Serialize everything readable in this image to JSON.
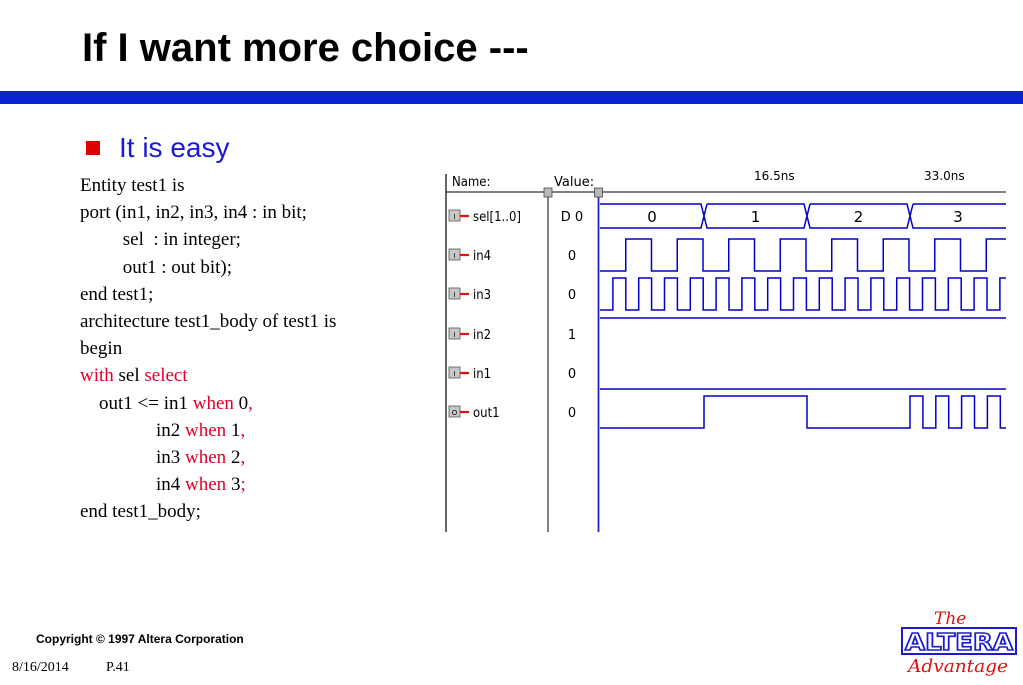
{
  "title": "If I want more choice ---",
  "colors": {
    "title_rule": "#0a21d4",
    "bullet": "#e00000",
    "bullet_text": "#1a1ad4",
    "keyword": "#e0002a",
    "waveform": "#0000c8",
    "logo_red": "#e01010",
    "logo_blue": "#1a1ad4"
  },
  "bullet": {
    "text": "It is easy"
  },
  "code": {
    "lines": [
      {
        "indent": "",
        "segments": [
          {
            "text": "Entity test1 is",
            "kw": false
          }
        ]
      },
      {
        "indent": "",
        "segments": [
          {
            "text": "port (in1, in2, in3, in4 : in bit;",
            "kw": false
          }
        ]
      },
      {
        "indent": "         ",
        "segments": [
          {
            "text": "sel  : in integer;",
            "kw": false
          }
        ]
      },
      {
        "indent": "         ",
        "segments": [
          {
            "text": "out1 : out bit);",
            "kw": false
          }
        ]
      },
      {
        "indent": "",
        "segments": [
          {
            "text": "end test1;",
            "kw": false
          }
        ]
      },
      {
        "indent": "",
        "segments": [
          {
            "text": "architecture test1_body of test1 is",
            "kw": false
          }
        ]
      },
      {
        "indent": "",
        "segments": [
          {
            "text": "begin",
            "kw": false
          }
        ]
      },
      {
        "indent": "",
        "segments": [
          {
            "text": "with",
            "kw": true
          },
          {
            "text": " sel ",
            "kw": false
          },
          {
            "text": "select",
            "kw": true
          }
        ]
      },
      {
        "indent": "    ",
        "segments": [
          {
            "text": "out1 <= in1 ",
            "kw": false
          },
          {
            "text": "when",
            "kw": true
          },
          {
            "text": " 0",
            "kw": false
          },
          {
            "text": ",",
            "kw": true
          }
        ]
      },
      {
        "indent": "                ",
        "segments": [
          {
            "text": "in2 ",
            "kw": false
          },
          {
            "text": "when",
            "kw": true
          },
          {
            "text": " 1",
            "kw": false
          },
          {
            "text": ",",
            "kw": true
          }
        ]
      },
      {
        "indent": "                ",
        "segments": [
          {
            "text": "in3 ",
            "kw": false
          },
          {
            "text": "when",
            "kw": true
          },
          {
            "text": " 2",
            "kw": false
          },
          {
            "text": ",",
            "kw": true
          }
        ]
      },
      {
        "indent": "                ",
        "segments": [
          {
            "text": "in4 ",
            "kw": false
          },
          {
            "text": "when",
            "kw": true
          },
          {
            "text": " 3",
            "kw": false
          },
          {
            "text": ";",
            "kw": true
          }
        ]
      },
      {
        "indent": "",
        "segments": [
          {
            "text": "end test1_body;",
            "kw": false
          }
        ]
      }
    ]
  },
  "waveform": {
    "header": {
      "name": "Name:",
      "value": "Value:"
    },
    "time_marks": [
      "16.5ns",
      "33.0ns"
    ],
    "bus": {
      "name": "sel[1..0]",
      "value": "D 0",
      "segments": [
        "0",
        "1",
        "2",
        "3"
      ]
    },
    "signals": [
      {
        "name": "in4",
        "value": "0",
        "icon": "I"
      },
      {
        "name": "in3",
        "value": "0",
        "icon": "I"
      },
      {
        "name": "in2",
        "value": "1",
        "icon": "I"
      },
      {
        "name": "in1",
        "value": "0",
        "icon": "I"
      },
      {
        "name": "out1",
        "value": "0",
        "icon": "O"
      }
    ]
  },
  "footer": {
    "copyright": "Copyright © 1997 Altera Corporation",
    "date": "8/16/2014",
    "page": "P.41"
  },
  "logo": {
    "line1": "The",
    "line2": "ALTERA",
    "line3": "Advantage"
  }
}
